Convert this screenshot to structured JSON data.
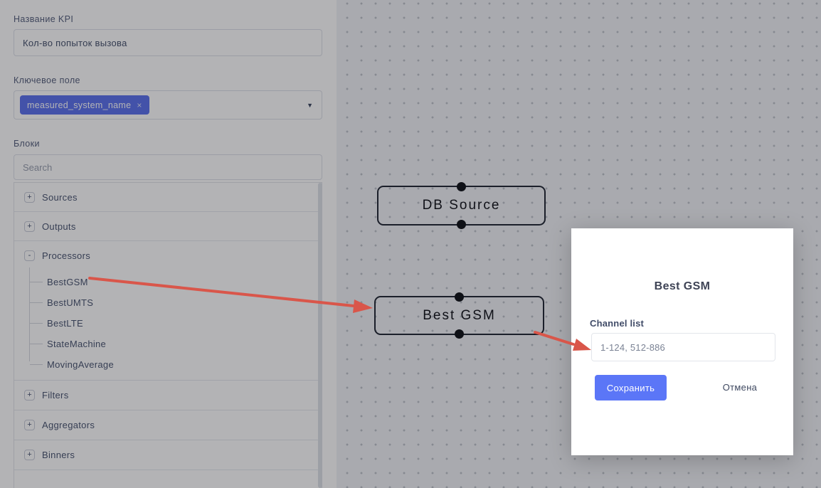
{
  "sidebar": {
    "kpi_label": "Название KPI",
    "kpi_value": "Кол-во попыток вызова",
    "key_field_label": "Ключевое поле",
    "key_field_tag": "measured_system_name",
    "key_field_tag_remove": "×",
    "blocks_label": "Блоки",
    "search_placeholder": "Search",
    "tree": {
      "groups": [
        {
          "label": "Sources",
          "expander": "+"
        },
        {
          "label": "Outputs",
          "expander": "+"
        },
        {
          "label": "Processors",
          "expander": "-",
          "children": [
            "BestGSM",
            "BestUMTS",
            "BestLTE",
            "StateMachine",
            "MovingAverage"
          ]
        },
        {
          "label": "Filters",
          "expander": "+"
        },
        {
          "label": "Aggregators",
          "expander": "+"
        },
        {
          "label": "Binners",
          "expander": "+"
        }
      ]
    }
  },
  "canvas": {
    "nodes": [
      {
        "label": "DB Source"
      },
      {
        "label": "Best GSM"
      }
    ]
  },
  "modal": {
    "title": "Best GSM",
    "field_label": "Channel list",
    "field_value": "1-124, 512-886",
    "save_label": "Сохранить",
    "cancel_label": "Отмена"
  },
  "colors": {
    "accent_blue": "#5b76f7",
    "tag_blue": "#5f74ee",
    "arrow_red": "#d9564a",
    "node_border": "#262b38"
  }
}
